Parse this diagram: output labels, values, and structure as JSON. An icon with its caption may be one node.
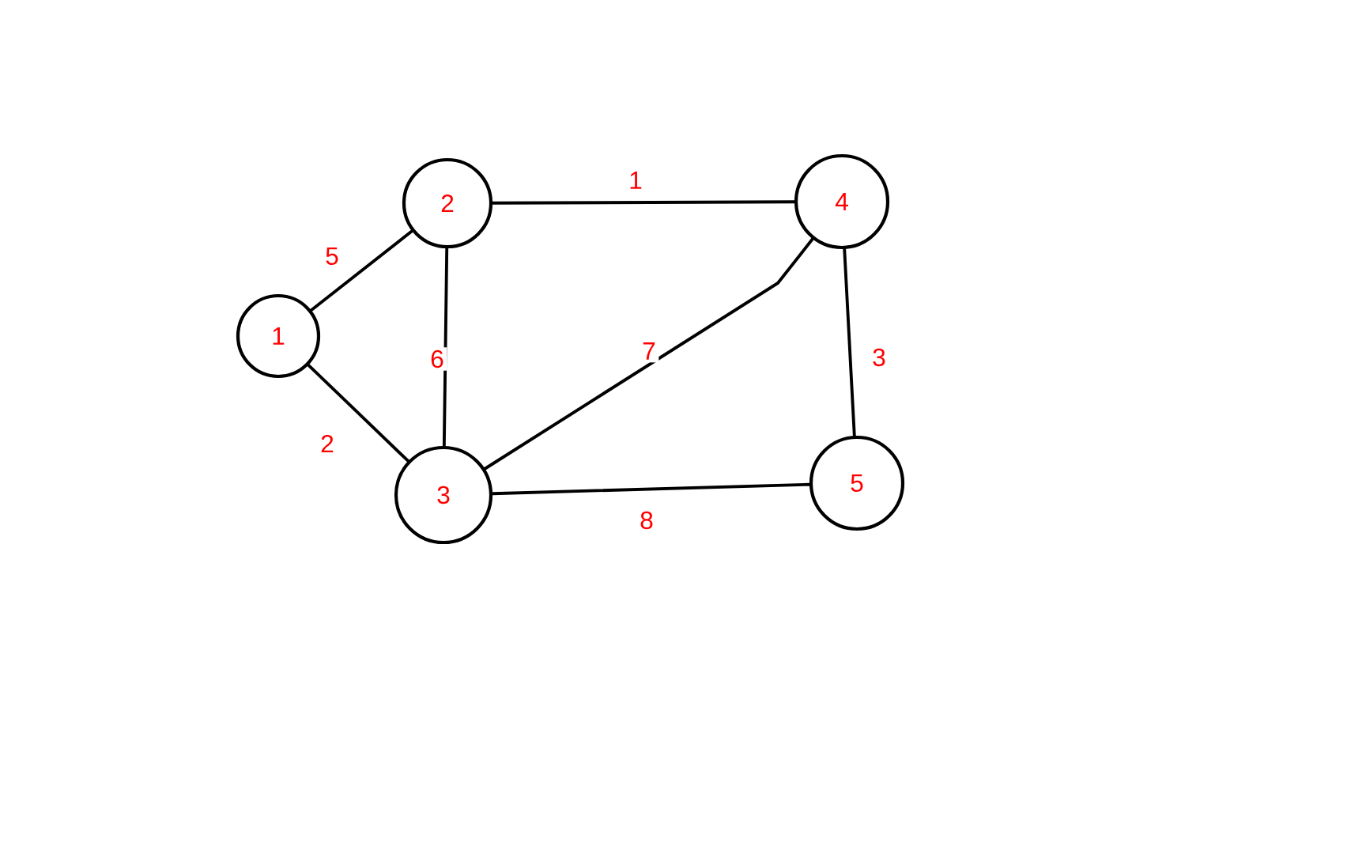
{
  "diagram": {
    "nodes": [
      {
        "text": [
          "1"
        ]
      },
      {
        "text": [
          "2"
        ]
      },
      {
        "text": [
          "3"
        ]
      },
      {
        "text": [
          "4"
        ]
      },
      {
        "text": [
          "5"
        ]
      }
    ],
    "edges": [
      {
        "from": 0,
        "to": 1,
        "arrow": "none",
        "label": "5"
      },
      {
        "from": 0,
        "to": 2,
        "arrow": "none",
        "label": "2"
      },
      {
        "from": 1,
        "to": 2,
        "arrow": "none",
        "label": "6"
      },
      {
        "from": 1,
        "to": 3,
        "arrow": "none",
        "label": "1"
      },
      {
        "from": 2,
        "to": 3,
        "arrow": "none",
        "label": "7"
      },
      {
        "from": 3,
        "to": 4,
        "arrow": "none",
        "label": "3"
      },
      {
        "from": 2,
        "to": 4,
        "arrow": "none",
        "label": "8"
      }
    ]
  }
}
